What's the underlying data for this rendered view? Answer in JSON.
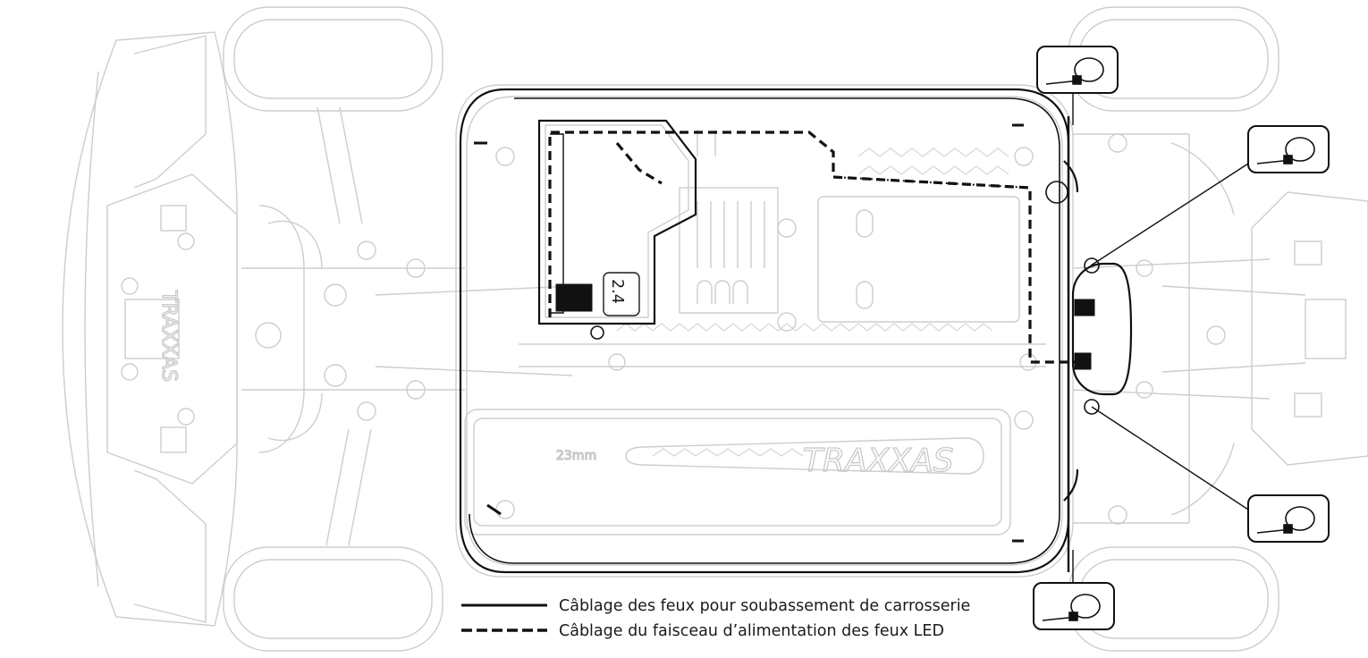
{
  "diagram": {
    "legend": [
      {
        "style": "solid",
        "label": "Câblage des feux pour soubassement de carrosserie"
      },
      {
        "style": "dashed",
        "label": "Câblage du faisceau d’alimentation des feux LED"
      }
    ],
    "engravings": {
      "brand_front": "TRAXXAS",
      "brand_battery": "TRAXXAS",
      "battery_size": "23mm",
      "receiver_badge": "2.4"
    },
    "callouts": [
      {
        "icon": "cable-tie-icon",
        "position": "top-right-upper"
      },
      {
        "icon": "cable-tie-icon",
        "position": "top-right-outer"
      },
      {
        "icon": "cable-tie-icon",
        "position": "bottom-right-outer"
      },
      {
        "icon": "cable-tie-icon",
        "position": "bottom-right-lower"
      }
    ],
    "colors": {
      "line_art": "#c8c8c8",
      "wiring": "#111111",
      "callout_border": "#111111"
    }
  }
}
